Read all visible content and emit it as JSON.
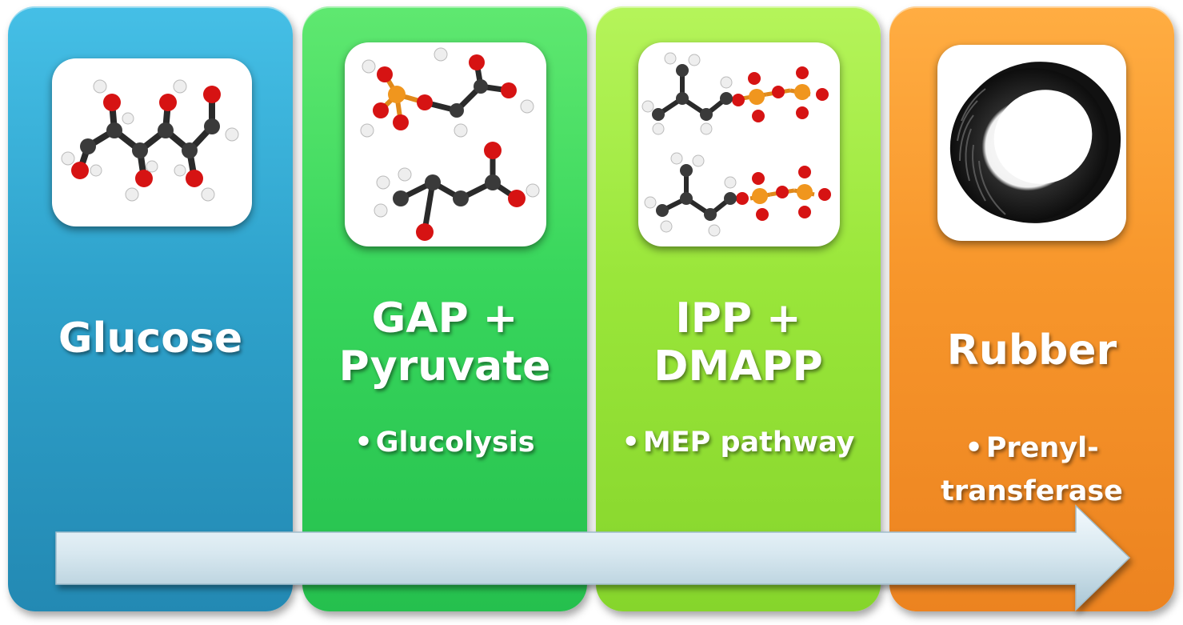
{
  "steps": [
    {
      "title_lines": [
        "Glucose"
      ],
      "subtitle": [],
      "image": "glucose-molecule"
    },
    {
      "title_lines": [
        "GAP +",
        "Pyruvate"
      ],
      "subtitle": [
        "Glucolysis"
      ],
      "image": "gap-pyruvate-molecules"
    },
    {
      "title_lines": [
        "IPP +",
        "DMAPP"
      ],
      "subtitle": [
        "MEP pathway"
      ],
      "image": "ipp-dmapp-molecules"
    },
    {
      "title_lines": [
        "Rubber"
      ],
      "subtitle": [
        "Prenyl-",
        "transferase"
      ],
      "image": "tire"
    }
  ],
  "bullet": "•",
  "colors": {
    "glucose": "#2fa3cc",
    "gap": "#38d65c",
    "ipp": "#9ae63a",
    "rubber": "#f7962b",
    "arrow": "#cfe3ec"
  }
}
